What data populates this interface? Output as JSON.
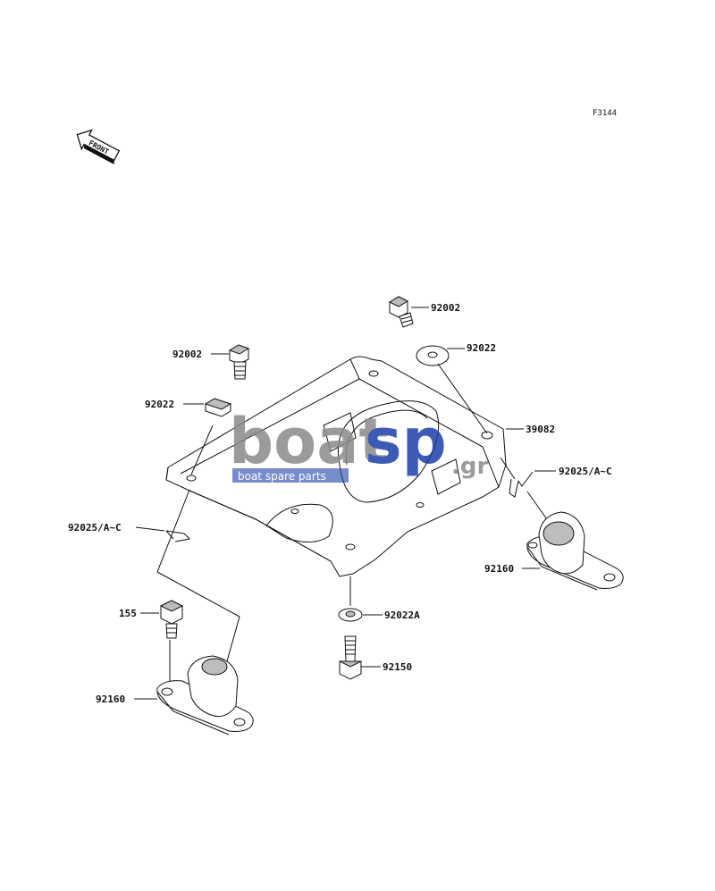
{
  "figure_code": "F3144",
  "front_arrow_text": "FRONT",
  "watermark": {
    "word_1": "boat",
    "word_2": "sp",
    "suffix": ".gr",
    "tagline": "boat spare parts",
    "colors": {
      "gray": "#8a8a8a",
      "blue": "#1c3fa8"
    }
  },
  "labels": {
    "bolt_top_right": "92002",
    "washer_top_right": "92022",
    "bolt_top_left": "92002",
    "washer_left": "92022",
    "bracket": "39082",
    "clip_right": "92025/A~C",
    "clip_left": "92025/A~C",
    "mount_right": "92160",
    "washer_center": "92022A",
    "bolt_155": "155",
    "bolt_center": "92150",
    "mount_left": "92160"
  }
}
